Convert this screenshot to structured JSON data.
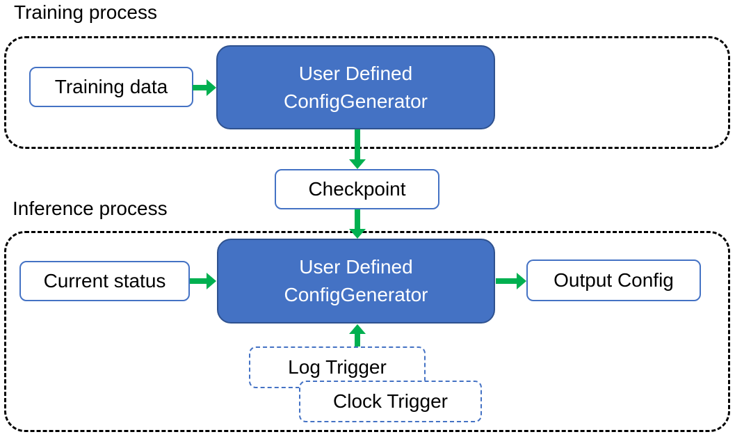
{
  "colors": {
    "node_fill": "#4472C4",
    "node_border": "#2F528F",
    "box_border": "#4472C4",
    "arrow": "#00B050",
    "dash": "#000000",
    "text_dark": "#000000",
    "text_light": "#FFFFFF"
  },
  "training": {
    "title": "Training process",
    "input_label": "Training data",
    "generator_line1": "User Defined",
    "generator_line2": "ConfigGenerator"
  },
  "checkpoint_label": "Checkpoint",
  "inference": {
    "title": "Inference process",
    "input_label": "Current status",
    "generator_line1": "User Defined",
    "generator_line2": "ConfigGenerator",
    "output_label": "Output Config",
    "log_trigger_label": "Log Trigger",
    "clock_trigger_label": "Clock Trigger"
  }
}
